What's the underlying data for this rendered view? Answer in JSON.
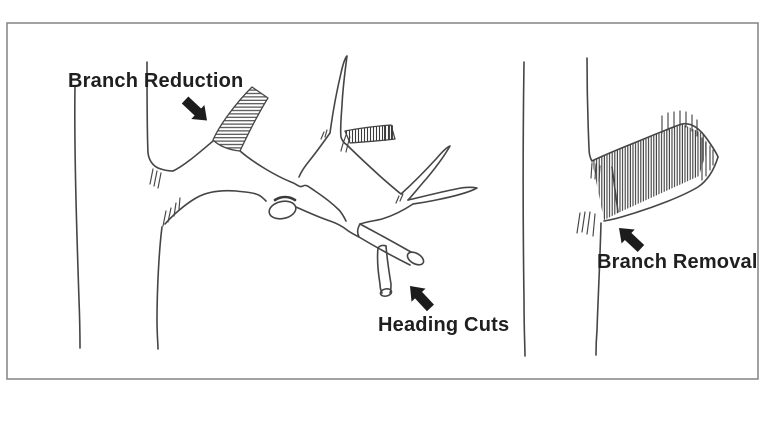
{
  "figure": {
    "kind": "hand-drawn tree pruning diagram",
    "colors": {
      "background": "#ffffff",
      "frame": "#8a8a8a",
      "ink": "#454545",
      "hatch": "#3a3a3a",
      "text": "#1f1f1f",
      "arrow": "#1c1c1c"
    },
    "annotations": [
      {
        "id": "branch-reduction",
        "label": "Branch Reduction",
        "arrow_direction": "down-right"
      },
      {
        "id": "heading-cuts",
        "label": "Heading Cuts",
        "arrow_direction": "up-left"
      },
      {
        "id": "branch-removal",
        "label": "Branch Removal",
        "arrow_direction": "up-left"
      }
    ]
  }
}
